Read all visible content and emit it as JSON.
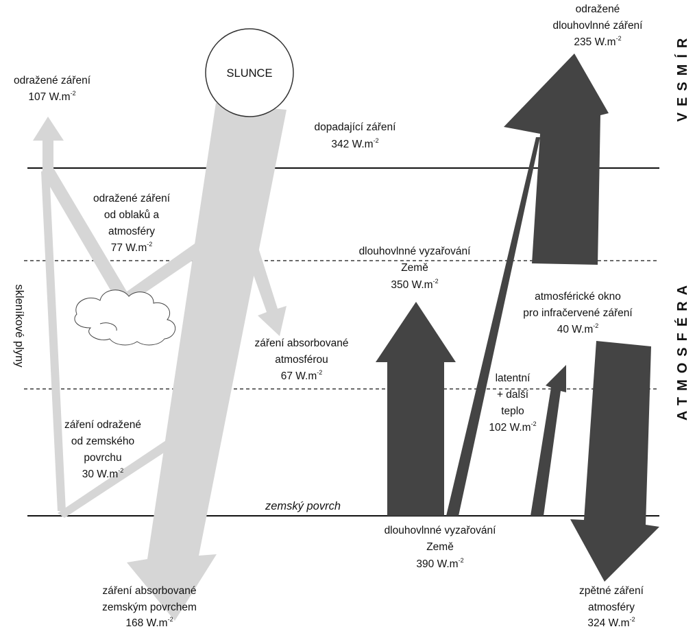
{
  "colors": {
    "light_flow": "#d6d6d6",
    "dark_flow": "#444444",
    "line": "#111111"
  },
  "regions": {
    "space": "VESMÍR",
    "atmosphere": "ATMOSFÉRA",
    "greenhouse": "skleníkové plyny"
  },
  "sun": {
    "label": "SLUNCE"
  },
  "surface_label": "zemský povrch",
  "labels": {
    "reflected_total": {
      "line1": "odražené záření",
      "value": "107 W.m",
      "exp": "-2"
    },
    "incoming": {
      "line1": "dopadající záření",
      "value": "342 W.m",
      "exp": "-2"
    },
    "reflected_clouds": {
      "line1": "odražené záření",
      "line2": "od oblaků a",
      "line3": "atmosféry",
      "value": "77 W.m",
      "exp": "-2"
    },
    "absorbed_atmo": {
      "line1": "záření absorbované",
      "line2": "atmosférou",
      "value": "67 W.m",
      "exp": "-2"
    },
    "reflected_surface": {
      "line1": "záření odražené",
      "line2": "od zemského",
      "line3": "povrchu",
      "value": "30 W.m",
      "exp": "-2"
    },
    "absorbed_surface": {
      "line1": "záření absorbované",
      "line2": "zemským povrchem",
      "value": "168 W.m",
      "exp": "-2"
    },
    "outgoing_lw": {
      "line1": "odražené",
      "line2": "dlouhovlnné záření",
      "value": "235 W.m",
      "exp": "-2"
    },
    "earth_lw_350": {
      "line1": "dlouhovlnné vyzařování",
      "line2": "Země",
      "value": "350 W.m",
      "exp": "-2"
    },
    "atm_window": {
      "line1": "atmosférické okno",
      "line2": "pro infračervené záření",
      "value": "40 W.m",
      "exp": "-2"
    },
    "latent": {
      "line1": "latentní",
      "line2": "+ další",
      "line3": "teplo",
      "value": "102 W.m",
      "exp": "-2"
    },
    "earth_lw_390": {
      "line1": "dlouhovlnné vyzařování",
      "line2": "Země",
      "value": "390 W.m",
      "exp": "-2"
    },
    "back_radiation": {
      "line1": "zpětné záření",
      "line2": "atmosféry",
      "value": "324 W.m",
      "exp": "-2"
    }
  }
}
